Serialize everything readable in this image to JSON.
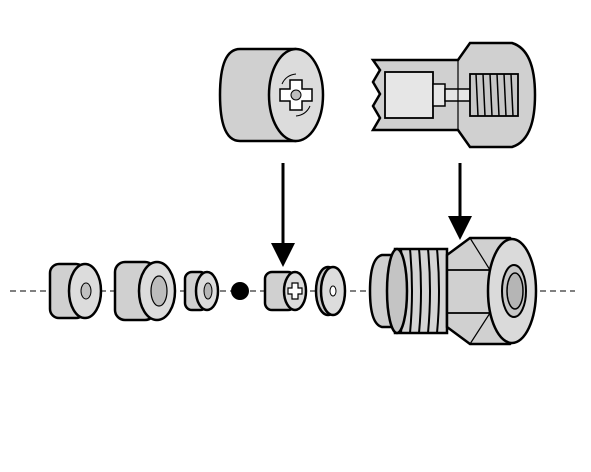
{
  "figure": {
    "parts": [
      "disc",
      "spacer",
      "seat",
      "ball",
      "swirl-insert",
      "orifice-disc",
      "nozzle-body",
      "detail-swirl-insert",
      "detail-body-cutaway"
    ]
  },
  "colors": {
    "background": "#ffffff",
    "part_fill": "#d3d3d3",
    "part_fill_light": "#e4e4e4",
    "part_fill_dark": "#a9a9a9",
    "outline": "#000000",
    "ball": "#000000",
    "centerline": "#000000",
    "arrow": "#000000"
  }
}
